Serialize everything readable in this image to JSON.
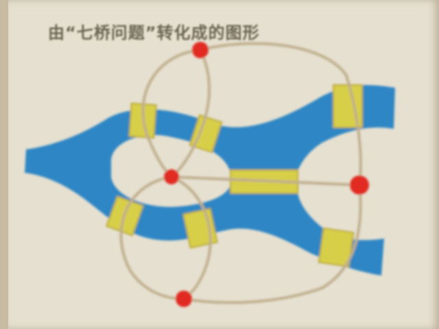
{
  "title": "由“七桥问题”转化成的图形",
  "colors": {
    "water": "#2f86c4",
    "bridge": "#d8cf4a",
    "node": "#e12a24",
    "edge": "#bfae8c",
    "paper": "#e6e0d0"
  },
  "diagram": {
    "nodes": [
      "node-north",
      "node-island",
      "node-east",
      "node-south"
    ],
    "bridges": 7,
    "edges": 7
  }
}
